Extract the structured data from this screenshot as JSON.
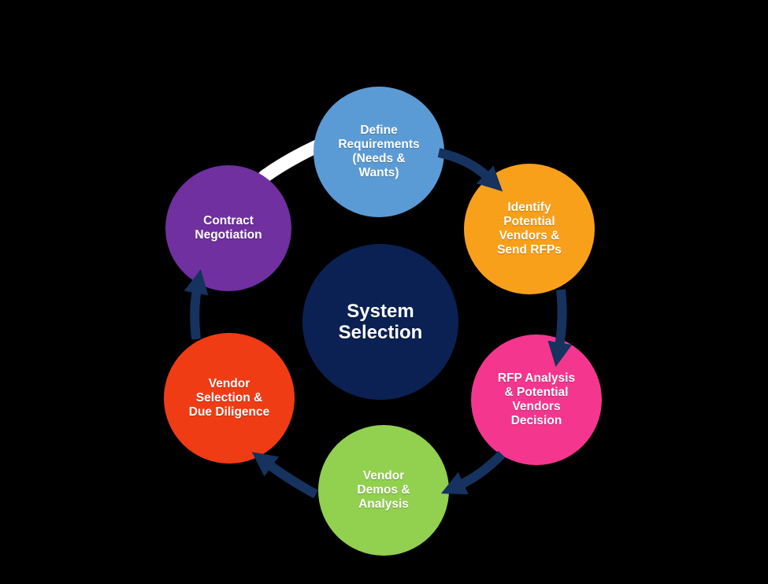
{
  "diagram": {
    "title": "System Selection",
    "type": "circular-process-cycle",
    "background_color": "#000000",
    "center": {
      "id": "system-selection",
      "label": "System\nSelection",
      "color": "#0B2153",
      "text_color": "#FFFFFF"
    },
    "steps": [
      {
        "id": "define-requirements",
        "label": "Define\nRequirements\n(Needs &\nWants)",
        "color": "#5B9BD5",
        "position": "top"
      },
      {
        "id": "identify-vendors",
        "label": "Identify\nPotential\nVendors &\nSend RFPs",
        "color": "#F9A01B",
        "position": "top-right"
      },
      {
        "id": "rfp-analysis",
        "label": "RFP Analysis\n& Potential\nVendors\nDecision",
        "color": "#F5368F",
        "position": "bottom-right"
      },
      {
        "id": "vendor-demos",
        "label": "Vendor\nDemos &\nAnalysis",
        "color": "#92D050",
        "position": "bottom"
      },
      {
        "id": "vendor-selection",
        "label": "Vendor\nSelection &\nDue Diligence",
        "color": "#F03C14",
        "position": "bottom-left"
      },
      {
        "id": "contract-negotiation",
        "label": "Contract\nNegotiation",
        "color": "#7030A0",
        "position": "top-left"
      }
    ],
    "flow": {
      "direction": "clockwise",
      "arrow_color": "#16325F",
      "return_arrow_color": "#FFFFFF",
      "connections": [
        {
          "from": "define-requirements",
          "to": "identify-vendors",
          "style": "navy-arrow"
        },
        {
          "from": "identify-vendors",
          "to": "rfp-analysis",
          "style": "navy-arrow"
        },
        {
          "from": "rfp-analysis",
          "to": "vendor-demos",
          "style": "navy-arrow"
        },
        {
          "from": "vendor-demos",
          "to": "vendor-selection",
          "style": "navy-arrow"
        },
        {
          "from": "vendor-selection",
          "to": "contract-negotiation",
          "style": "navy-arrow"
        },
        {
          "from": "contract-negotiation",
          "to": "define-requirements",
          "style": "white-arrow"
        }
      ]
    }
  }
}
